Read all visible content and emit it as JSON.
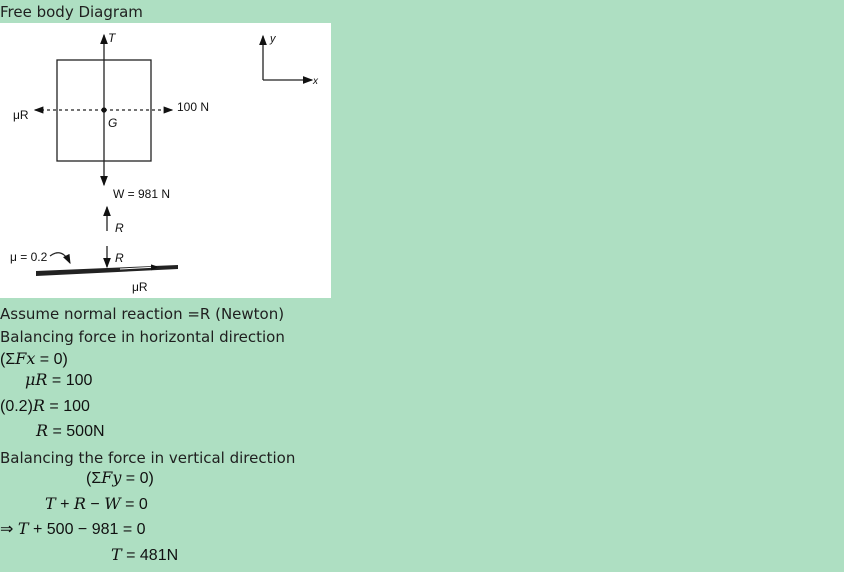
{
  "heading": "Free body Diagram",
  "figure": {
    "label_T": "T",
    "label_y": "y",
    "label_x": "x",
    "label_muR_left": "μR",
    "label_100N": "100 N",
    "label_G": "G",
    "label_W": "W = 981 N",
    "label_R_upper": "R",
    "label_R_lower": "R",
    "label_mu": "μ = 0.2",
    "label_muR_bottom": "μR"
  },
  "lines": {
    "assume": "Assume normal reaction =R (Newton)",
    "balance_h": "Balancing force in horizontal direction",
    "balance_v": "Balancing the force in vertical direction"
  },
  "eq": {
    "e1_open": "(Σ",
    "e1_var": "Fx",
    "e1_rest": " = 0)",
    "e2_var": "μR",
    "e2_rest": " = 100",
    "e3_pre": "(0.2)",
    "e3_var": "R",
    "e3_rest": " = 100",
    "e4_var": "R",
    "e4_rest": " = 500N",
    "e5_open": "(Σ",
    "e5_var": "Fy",
    "e5_rest": " = 0)",
    "e6_t": "T",
    "e6_plus": " + ",
    "e6_r": "R",
    "e6_minus": " − ",
    "e6_w": "W",
    "e6_rest": " = 0",
    "e7_arrow": "⇒ ",
    "e7_t": "T",
    "e7_rest": " + 500 − 981 = 0",
    "e8_var": "T",
    "e8_rest": " = 481N"
  }
}
